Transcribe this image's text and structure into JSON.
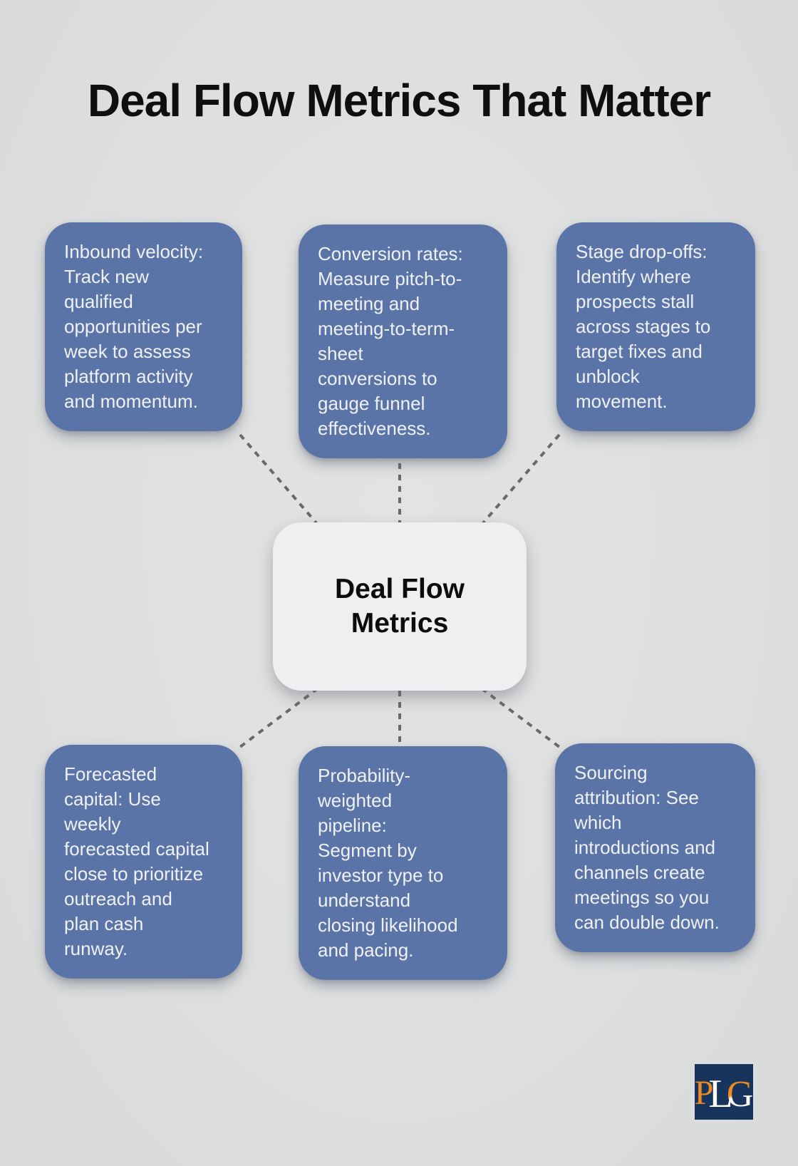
{
  "page": {
    "title": "Deal Flow Metrics That Matter",
    "background_color": "#dee0e0"
  },
  "center_node": {
    "label": "Deal Flow\nMetrics",
    "background_color": "#eeeff1",
    "text_color": "#0c0c0c"
  },
  "nodes": [
    {
      "id": "inbound-velocity",
      "position": "top-left",
      "text": "Inbound velocity:\nTrack new\nqualified\nopportunities per\nweek to assess\nplatform activity\nand momentum."
    },
    {
      "id": "conversion-rates",
      "position": "top-center",
      "text": "Conversion rates:\nMeasure pitch-to-\nmeeting and\nmeeting-to-term-\nsheet\nconversions to\ngauge funnel\neffectiveness."
    },
    {
      "id": "stage-drop-offs",
      "position": "top-right",
      "text": "Stage drop-offs:\nIdentify where\nprospects stall\nacross stages to\ntarget fixes and\nunblock\nmovement."
    },
    {
      "id": "forecasted-capital",
      "position": "bottom-left",
      "text": "Forecasted\ncapital: Use\nweekly\nforecasted capital\nclose to prioritize\noutreach and\nplan cash\nrunway."
    },
    {
      "id": "probability-weighted-pipeline",
      "position": "bottom-center",
      "text": "Probability-\nweighted\npipeline:\nSegment by\ninvestor type to\nunderstand\nclosing likelihood\nand pacing."
    },
    {
      "id": "sourcing-attribution",
      "position": "bottom-right",
      "text": "Sourcing\nattribution: See\nwhich\nintroductions and\nchannels create\nmeetings so you\ncan double down."
    }
  ],
  "styles": {
    "node_background": "#5b74a8",
    "node_text_color": "#eef1f5",
    "connector_color": "#696969",
    "title_color": "#0f0f0f"
  },
  "logo": {
    "background_color": "#16345c",
    "letters": [
      {
        "char": "P",
        "color": "#ee8a21"
      },
      {
        "char": "L",
        "color": "#ffffff"
      },
      {
        "char": "G",
        "color": "#ee8a21"
      }
    ]
  }
}
